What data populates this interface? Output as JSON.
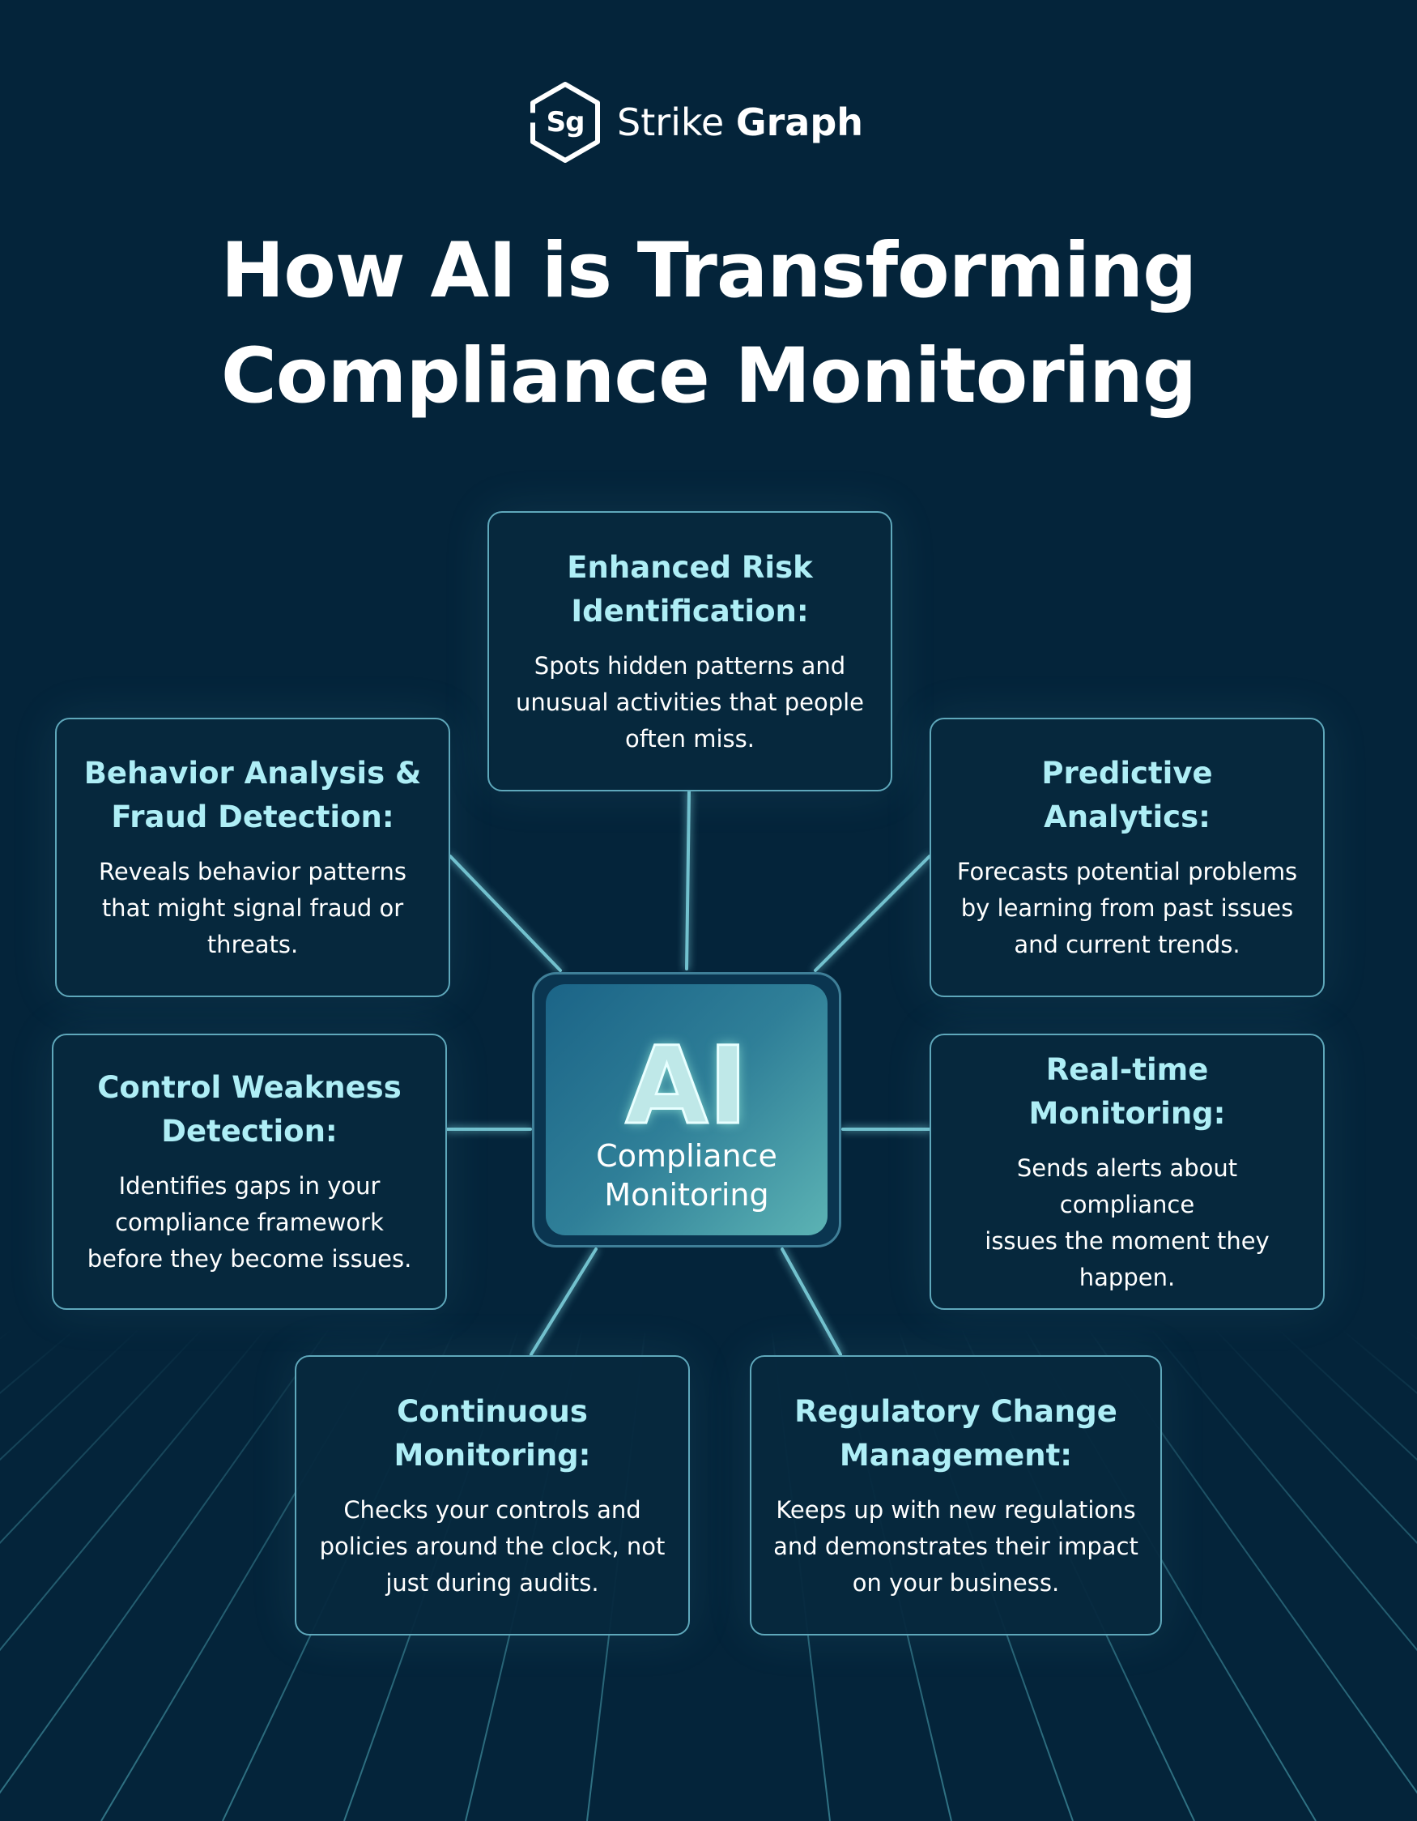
{
  "brand": {
    "initials": "Sg",
    "name_light": "Strike",
    "name_bold": "Graph"
  },
  "title": {
    "line1": "How AI is Transforming",
    "line2": "Compliance Monitoring"
  },
  "hub": {
    "big_text": "AI",
    "label": "Compliance\nMonitoring"
  },
  "cards": [
    {
      "title": "Enhanced Risk\nIdentification:",
      "description": "Spots hidden patterns and\nunusual activities that people\noften miss."
    },
    {
      "title": "Behavior Analysis &\nFraud Detection:",
      "description": "Reveals behavior patterns\nthat might signal fraud or\nthreats."
    },
    {
      "title": "Predictive\nAnalytics:",
      "description": "Forecasts potential problems\nby learning from past issues\nand current trends."
    },
    {
      "title": "Control Weakness\nDetection:",
      "description": "Identifies gaps in your\ncompliance framework\nbefore they become issues."
    },
    {
      "title": "Real-time\nMonitoring:",
      "description": "Sends alerts about compliance\nissues the moment they\nhappen."
    },
    {
      "title": "Continuous\nMonitoring:",
      "description": "Checks your controls and\npolicies around the clock, not\njust during audits."
    },
    {
      "title": "Regulatory Change\nManagement:",
      "description": "Keeps up with new regulations\nand demonstrates their impact\non your business."
    }
  ],
  "colors": {
    "background": "#04243a",
    "card_border": "#5fa8bb",
    "card_title": "#aeeef6",
    "text": "#ffffff"
  }
}
